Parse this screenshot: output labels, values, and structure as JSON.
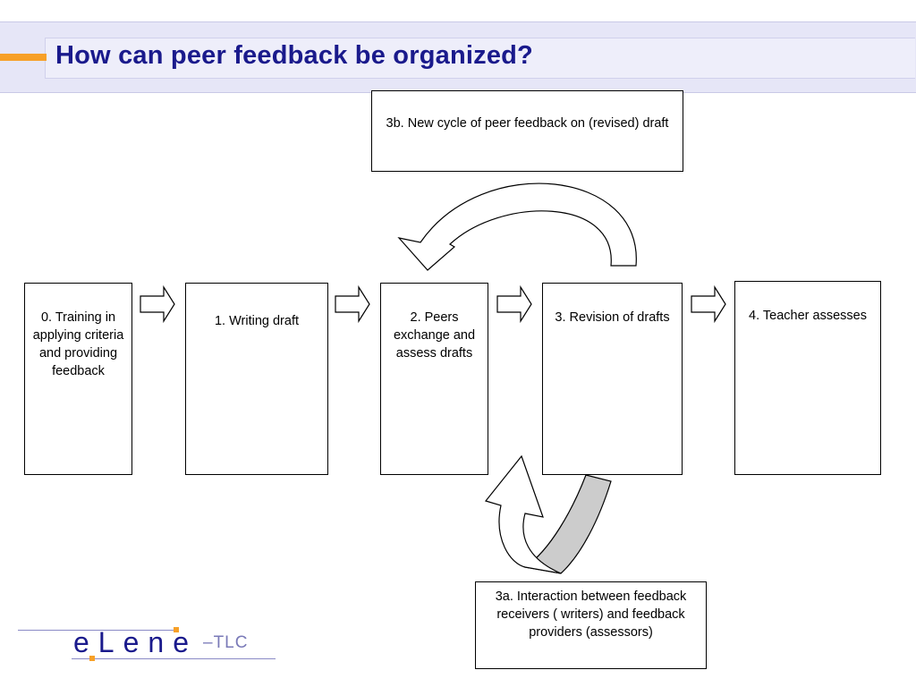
{
  "slide": {
    "title": "How can peer feedback be organized?"
  },
  "steps": [
    {
      "id": "b0",
      "label": "0. Training in applying criteria and providing feedback"
    },
    {
      "id": "b1",
      "label": "1. Writing draft"
    },
    {
      "id": "b2",
      "label": "2. Peers exchange and assess drafts"
    },
    {
      "id": "b3",
      "label": "3. Revision of drafts"
    },
    {
      "id": "b4",
      "label": "4.  Teacher assesses"
    }
  ],
  "loops": {
    "new_cycle": "3b. New cycle of peer feedback on (revised) draft",
    "interaction": "3a. Interaction between feedback receivers ( writers) and feedback providers (assessors)"
  },
  "logo": {
    "brand": "eLene",
    "suffix": "TLC",
    "accent_color": "#f7a027",
    "brand_color": "#1a1a8c"
  },
  "colors": {
    "title": "#1a1a8c",
    "header_band": "#e6e6f7",
    "accent": "#f7a027",
    "arrow_shade": "#cccccc"
  }
}
